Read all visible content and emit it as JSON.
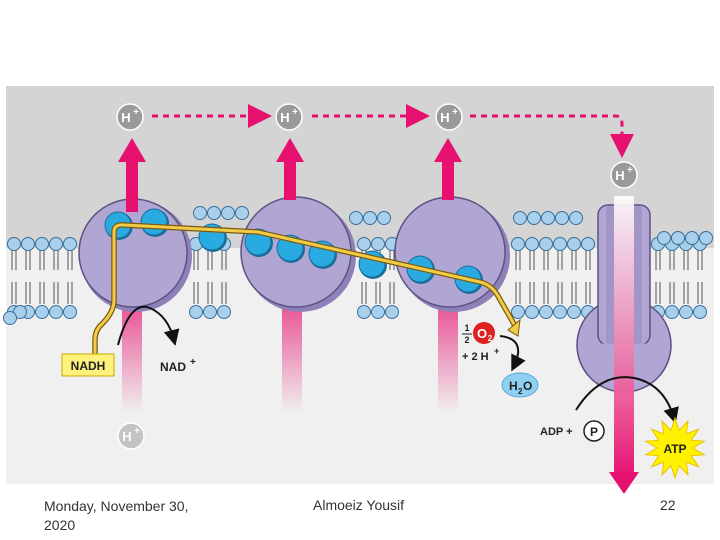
{
  "diagram": {
    "proton_label": "H",
    "proton_charge": "+",
    "nadh_label": "NADH",
    "nad_label": "NAD",
    "nad_charge": "+",
    "half_num": "1",
    "half_den": "2",
    "oxygen_label": "O",
    "oxygen_sub": "2",
    "plus_2h_label": "+ 2 H",
    "plus_2h_charge": "+",
    "water_label": "H",
    "water_sub": "2",
    "water_o": "O",
    "adp_label": "ADP +",
    "phosphate_label": "P",
    "atp_label": "ATP"
  },
  "colors": {
    "intermembrane": "#d4d4d4",
    "matrix": "#f0f0f0",
    "membrane_head": "#a8d0ec",
    "complex": "#b1a5d3",
    "electron_carrier": "#29abe2",
    "proton_arrow": "#e6106f",
    "electron_path": "#f2cc48",
    "atp_star": "#fff200"
  },
  "footer": {
    "date": "Monday, November 30, 2020",
    "author": "Almoeiz Yousif",
    "page": "22"
  }
}
